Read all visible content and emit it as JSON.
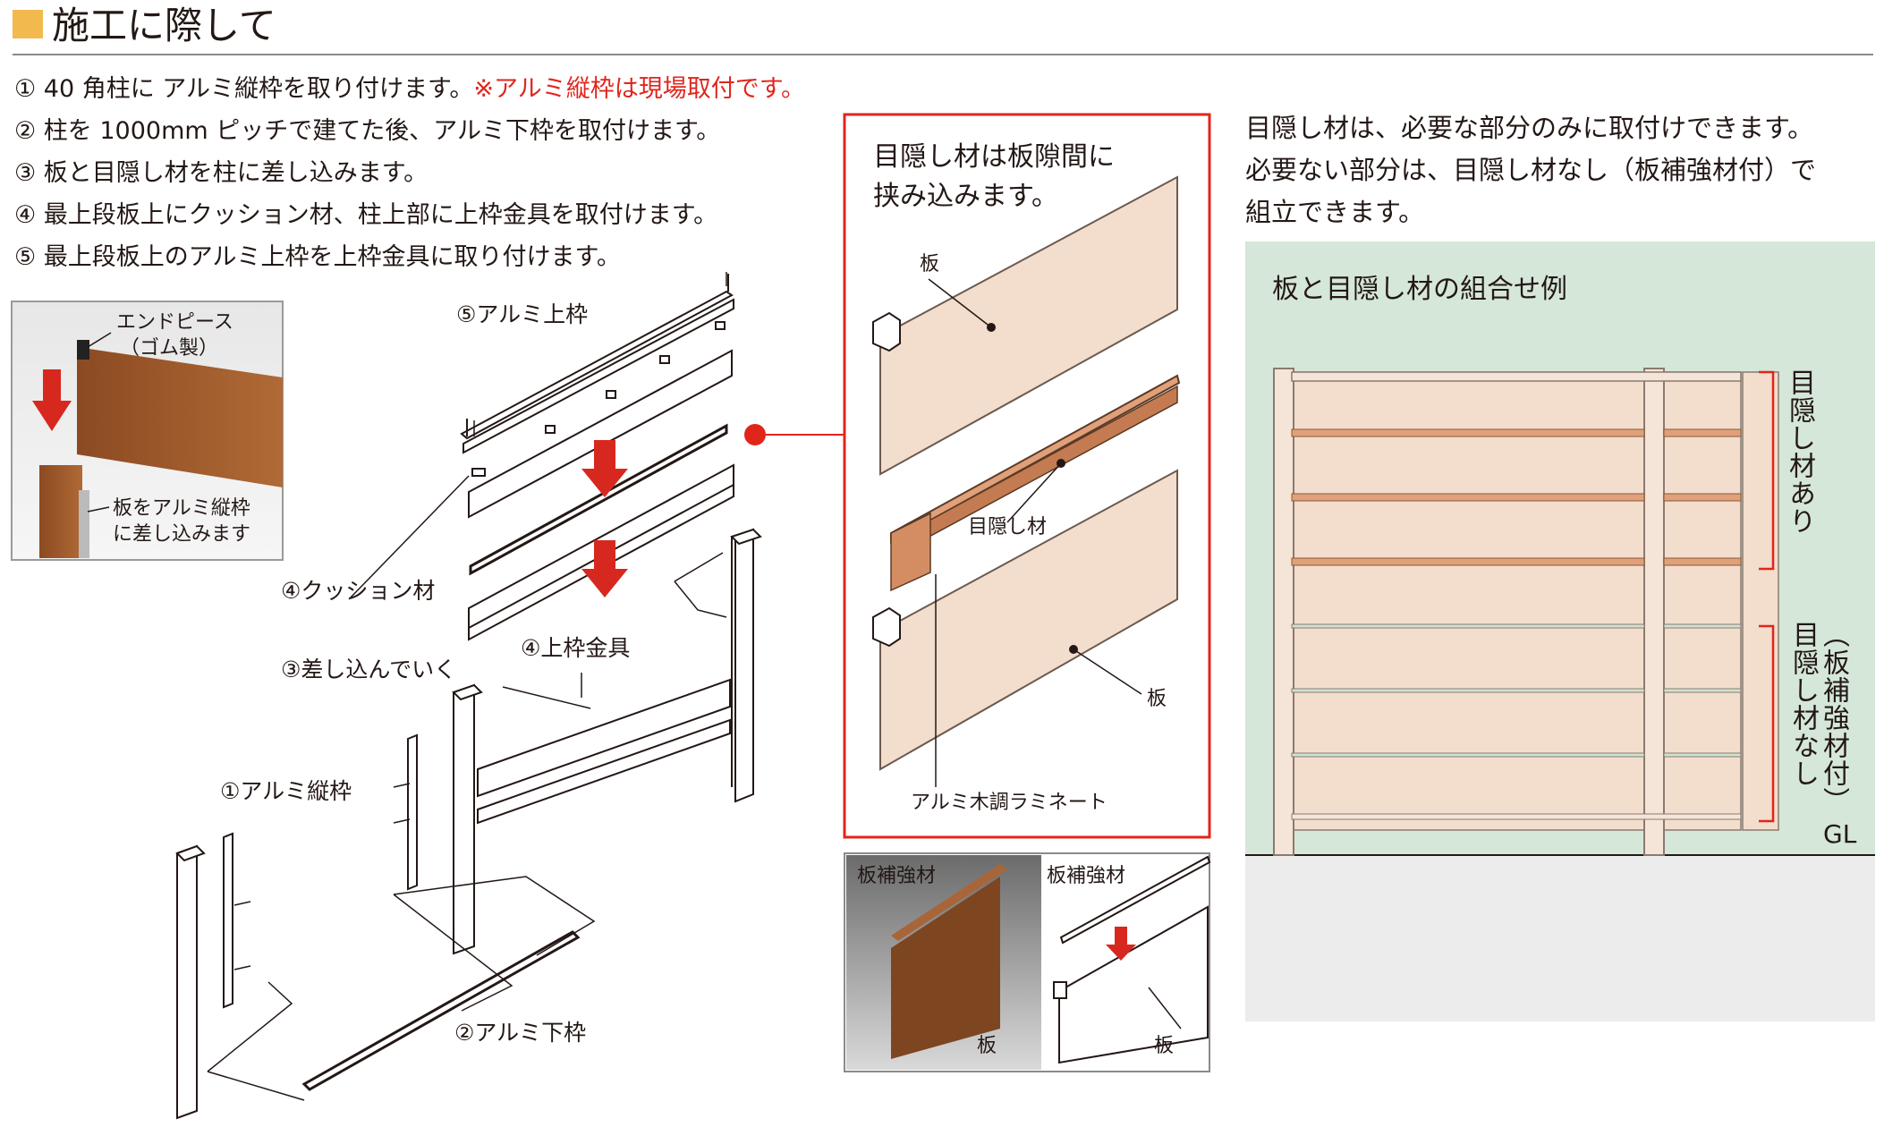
{
  "header": {
    "title": "施工に際して"
  },
  "steps": [
    {
      "text": "① 40 角柱に アルミ縦枠を取り付けます。",
      "note": "※アルミ縦枠は現場取付です。"
    },
    {
      "text": "② 柱を 1000mm ピッチで建てた後、アルミ下枠を取付けます。",
      "note": ""
    },
    {
      "text": "③ 板と目隠し材を柱に差し込みます。",
      "note": ""
    },
    {
      "text": "④ 最上段板上にクッション材、柱上部に上枠金具を取付けます。",
      "note": ""
    },
    {
      "text": "⑤ 最上段板上のアルミ上枠を上枠金具に取り付けます。",
      "note": ""
    }
  ],
  "photo_inset": {
    "endpiece_label_1": "エンドピース",
    "endpiece_label_2": "（ゴム製）",
    "insert_label_1": "板をアルミ縦枠",
    "insert_label_2": "に差し込みます"
  },
  "assembly": {
    "top_frame": "⑤アルミ上枠",
    "cushion": "④クッション材",
    "top_bracket": "④上枠金具",
    "insert": "③差し込んでいく",
    "vertical_frame": "①アルミ縦枠",
    "bottom_frame": "②アルミ下枠"
  },
  "detail_box": {
    "heading_1": "目隠し材は板隙間に",
    "heading_2": "挟み込みます。",
    "board_top": "板",
    "screen_member": "目隠し材",
    "board_bottom": "板",
    "laminate": "アルミ木調ラミネート"
  },
  "reinforce_box": {
    "left_label": "板補強材",
    "left_board": "板",
    "right_label": "板補強材",
    "right_board": "板"
  },
  "right_note": [
    "目隠し材は、必要な部分のみに取付けできます。",
    "必要ない部分は、目隠し材なし（板補強材付）で",
    "組立できます。"
  ],
  "example": {
    "title": "板と目隠し材の組合せ例",
    "with_screen": "目隠し材あり",
    "without_screen": "（板補強材付）目隠し材なし",
    "ground": "GL"
  },
  "colors": {
    "accent_red": "#e0251b",
    "title_square": "#f2b94f",
    "green_bg": "#d5e7d8",
    "board": "#f3ddcc",
    "screen_member": "#e0a07a",
    "ground": "#ececec"
  }
}
